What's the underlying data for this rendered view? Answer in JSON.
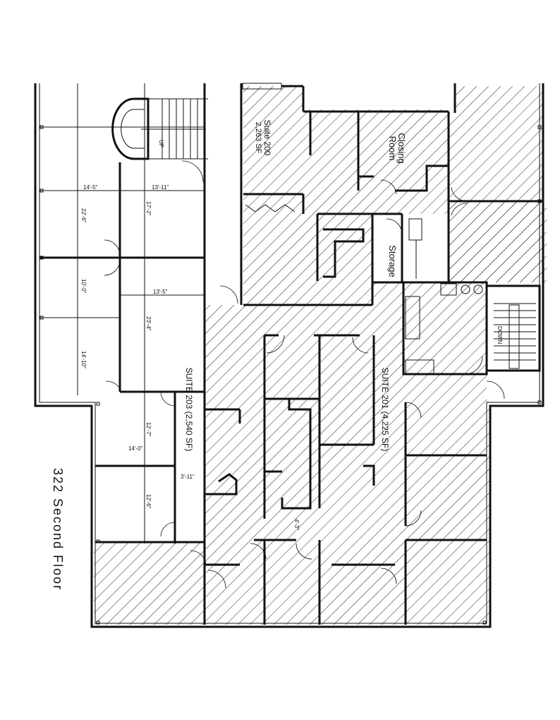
{
  "floor_title": "322  Second  Floor",
  "suites": {
    "s200_name": "Suite 200",
    "s200_area": "2,263 SF",
    "closing_room_l1": "Closing",
    "closing_room_l2": "Room",
    "storage": "Storage",
    "s201": "SUITE 201 (4,225 SF)",
    "s203": "SUITE 203 (2,540 SF)"
  },
  "stairs": {
    "up": "UP",
    "down": "DOWN"
  },
  "dimensions": {
    "d1": "14'-5\"",
    "d2": "13'-11\"",
    "d3": "22'-6\"",
    "d4": "17'-2\"",
    "d5": "10'-0\"",
    "d6": "13'-5\"",
    "d7": "14'-10\"",
    "d8": "23'-4\"",
    "d9": "12'-7\"",
    "d10": "14'-0\"",
    "d11": "3'-11\"",
    "d12": "12'-6\"",
    "d13": "4'-3\""
  }
}
